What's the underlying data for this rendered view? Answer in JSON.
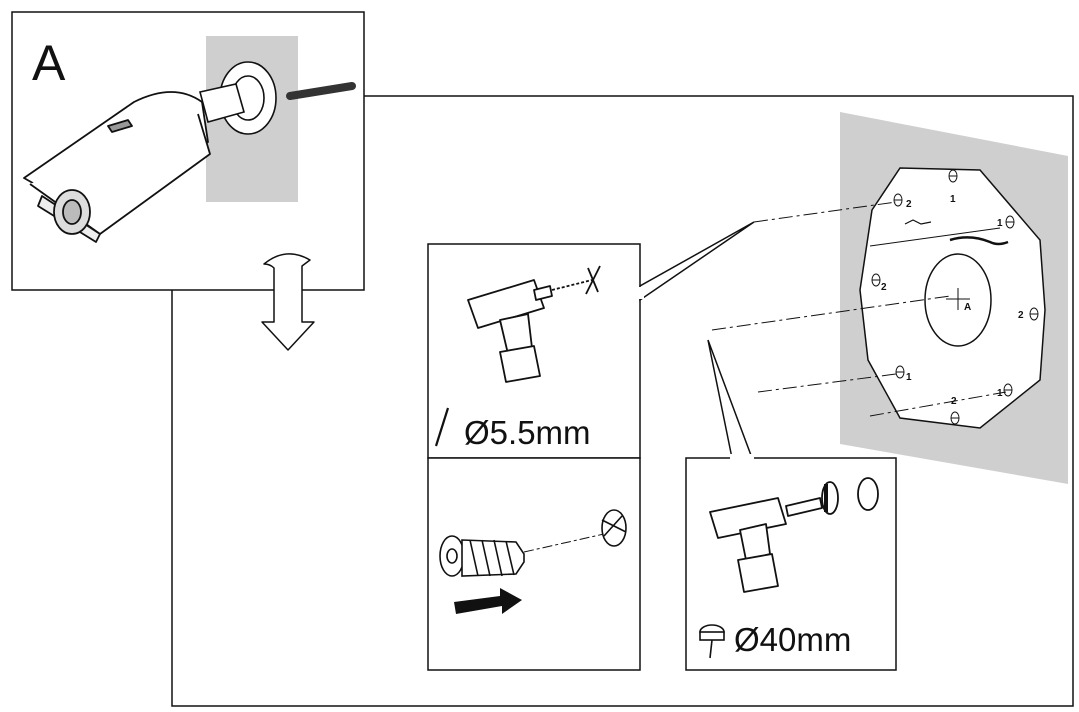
{
  "panel_a": {
    "letter": "A"
  },
  "drill_step": {
    "bit_size": "Ø5.5mm",
    "icon": "drill-bit-icon"
  },
  "anchor_step": {
    "icon": "wall-anchor-icon"
  },
  "hole_saw_step": {
    "saw_size": "Ø40mm",
    "icon": "hole-saw-icon"
  },
  "template": {
    "center_label": "A",
    "hole_labels": [
      "1",
      "2",
      "1",
      "2",
      "2",
      "1",
      "2",
      "1"
    ]
  },
  "colors": {
    "wall": "#cfcfcf",
    "line": "#111111",
    "background": "#ffffff"
  }
}
